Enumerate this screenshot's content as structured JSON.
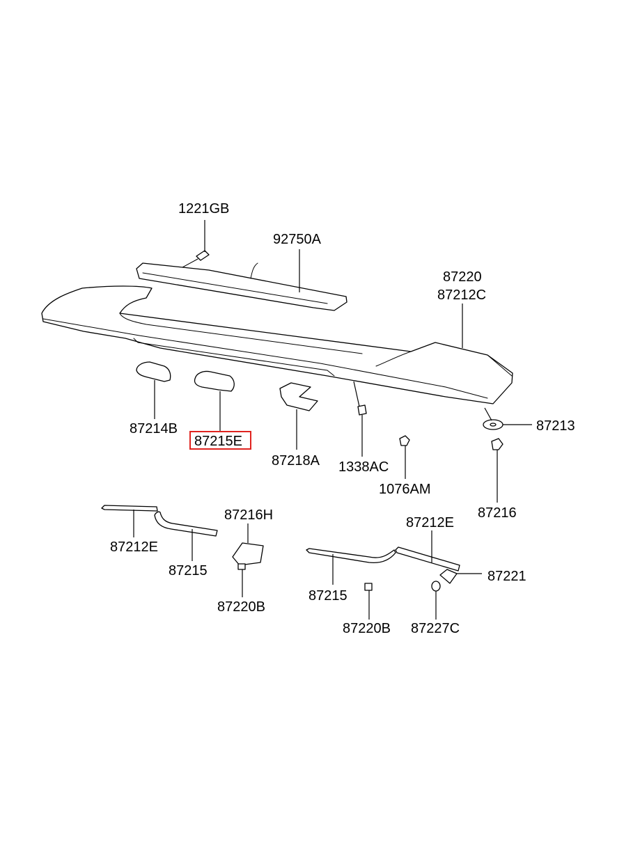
{
  "diagram": {
    "highlight_color": "#e0231f",
    "labels": {
      "l1221gb": "1221GB",
      "l92750a": "92750A",
      "l87220": "87220",
      "l87212c": "87212C",
      "l87214b": "87214B",
      "l87215e": "87215E",
      "l87218a": "87218A",
      "l1338ac": "1338AC",
      "l1076am": "1076AM",
      "l87213": "87213",
      "l87216": "87216",
      "l87212e_left": "87212E",
      "l87215_left": "87215",
      "l87216h": "87216H",
      "l87220b_left": "87220B",
      "l87212e_right": "87212E",
      "l87221": "87221",
      "l87215_right": "87215",
      "l87220b_right": "87220B",
      "l87227c": "87227C"
    }
  }
}
